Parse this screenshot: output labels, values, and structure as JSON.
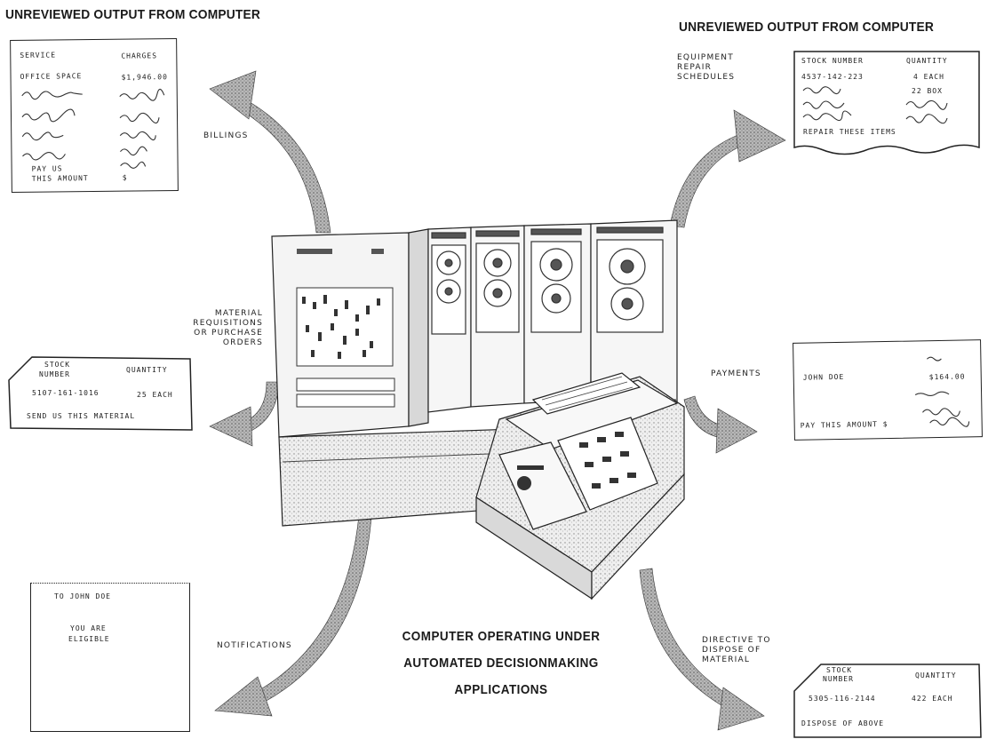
{
  "headings": {
    "left": "UNREVIEWED OUTPUT FROM COMPUTER",
    "right": "UNREVIEWED OUTPUT FROM COMPUTER"
  },
  "billing_doc": {
    "col1": "SERVICE",
    "col2": "CHARGES",
    "row1_service": "OFFICE SPACE",
    "row1_charge": "$1,946.00",
    "footer_line1": "PAY US",
    "footer_line2": "THIS AMOUNT",
    "footer_value": "$"
  },
  "repair_doc": {
    "col1": "STOCK NUMBER",
    "col2": "QUANTITY",
    "row1_stock": "4537-142-223",
    "row1_qty": "4 EACH",
    "row2_qty": "22 BOX",
    "footer": "REPAIR THESE ITEMS"
  },
  "requisition_doc": {
    "col1_line1": "STOCK",
    "col1_line2": "NUMBER",
    "col2": "QUANTITY",
    "row1_stock": "5107-161-1016",
    "row1_qty": "25 EACH",
    "footer": "SEND US THIS MATERIAL"
  },
  "payment_doc": {
    "payee": "JOHN DOE",
    "amount": "$164.00",
    "footer": "PAY THIS AMOUNT $"
  },
  "notification_doc": {
    "to": "TO JOHN DOE",
    "line1": "YOU ARE",
    "line2": "ELIGIBLE"
  },
  "disposal_doc": {
    "col1_line1": "STOCK",
    "col1_line2": "NUMBER",
    "col2": "QUANTITY",
    "row1_stock": "5305-116-2144",
    "row1_qty": "422 EACH",
    "footer": "DISPOSE OF ABOVE"
  },
  "labels": {
    "billings": "BILLINGS",
    "equipment_line1": "EQUIPMENT",
    "equipment_line2": "REPAIR",
    "equipment_line3": "SCHEDULES",
    "material_line1": "MATERIAL",
    "material_line2": "REQUISITIONS",
    "material_line3": "OR PURCHASE",
    "material_line4": "ORDERS",
    "payments": "PAYMENTS",
    "notifications": "NOTIFICATIONS",
    "directive_line1": "DIRECTIVE TO",
    "directive_line2": "DISPOSE OF",
    "directive_line3": "MATERIAL"
  },
  "caption": {
    "line1": "COMPUTER OPERATING UNDER",
    "line2": "AUTOMATED DECISIONMAKING",
    "line3": "APPLICATIONS"
  },
  "colors": {
    "ink": "#1a1a1a",
    "arrow_fill": "#9a9a9a",
    "cabinet": "#e6e6e6"
  }
}
